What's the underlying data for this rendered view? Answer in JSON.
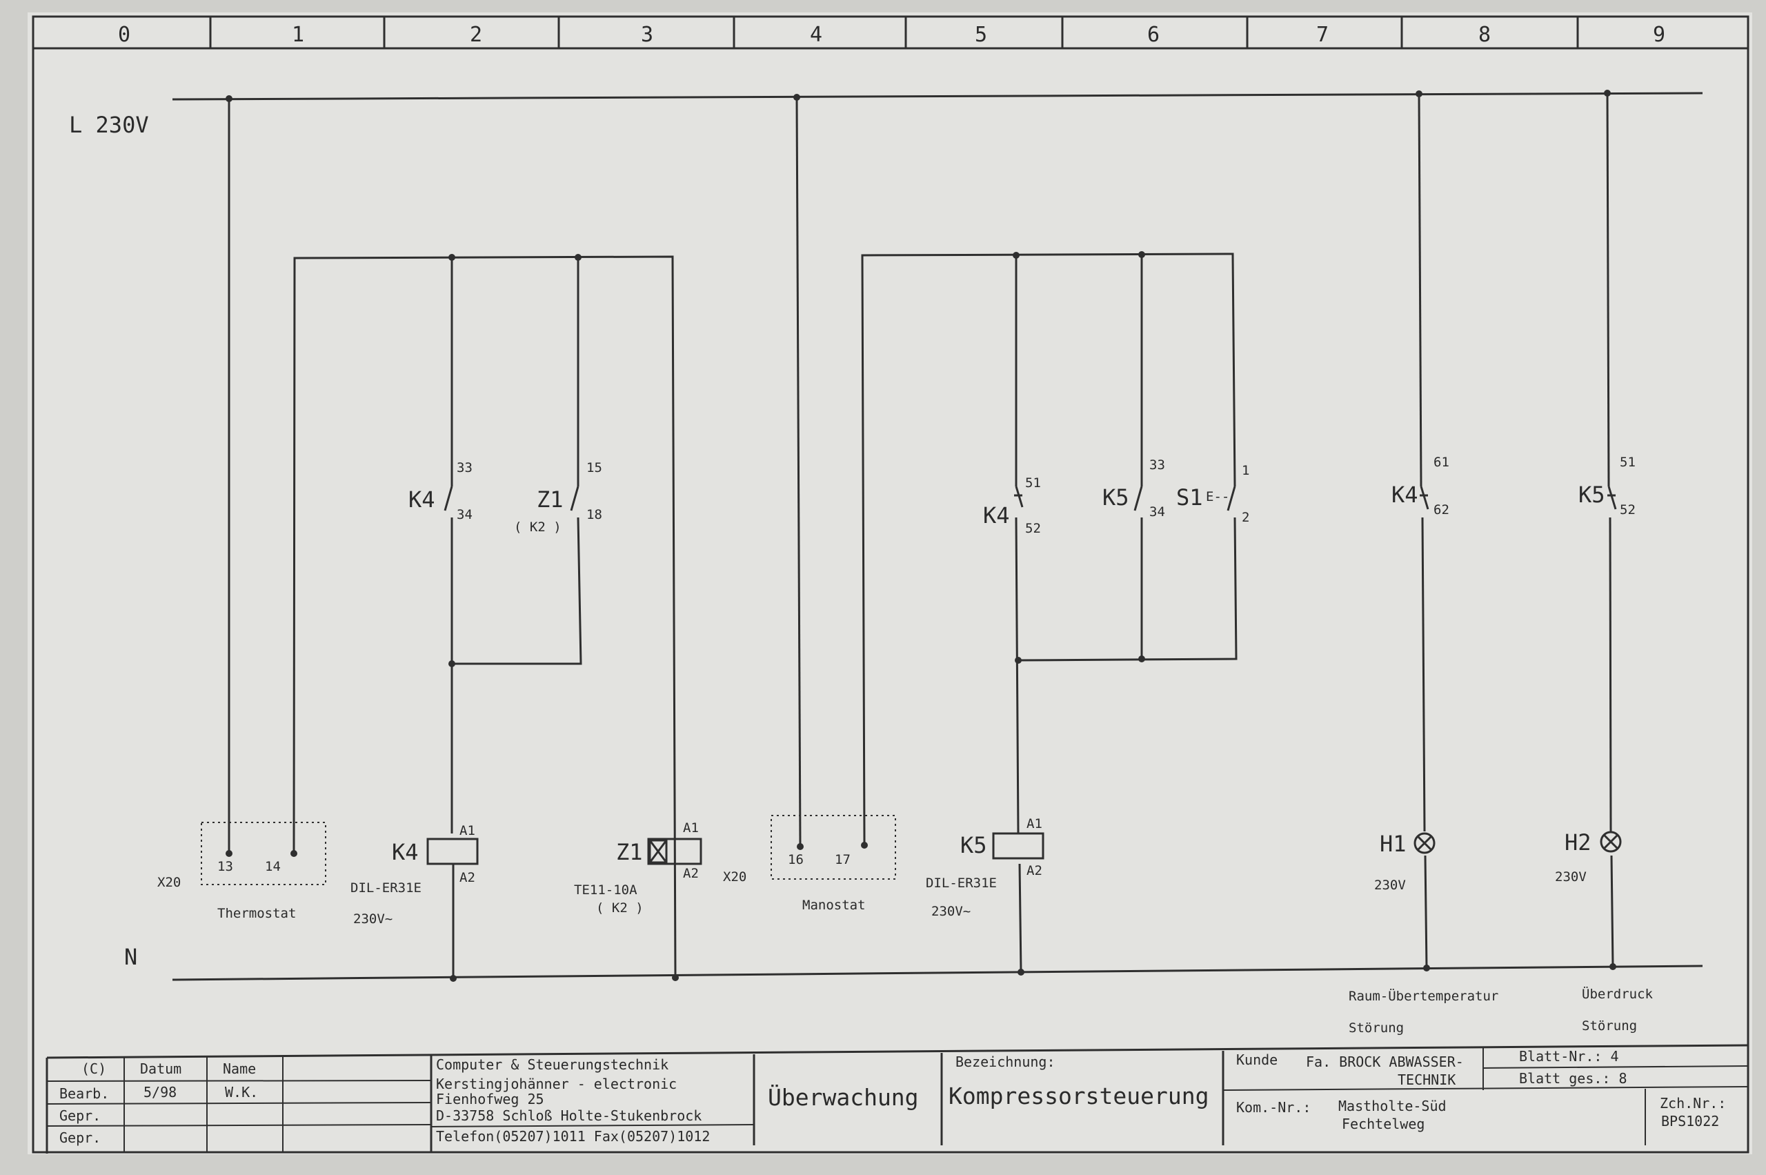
{
  "columns": [
    "0",
    "1",
    "2",
    "3",
    "4",
    "5",
    "6",
    "7",
    "8",
    "9"
  ],
  "rails": {
    "top": "L 230V",
    "bottom": "N"
  },
  "terminals": {
    "thermostat": {
      "block": "X20",
      "t1": "13",
      "t2": "14",
      "label": "Thermostat"
    },
    "manostat": {
      "block": "X20",
      "t1": "16",
      "t2": "17",
      "label": "Manostat"
    }
  },
  "contacts": {
    "k4_no": {
      "name": "K4",
      "top": "33",
      "bottom": "34"
    },
    "z1_no": {
      "name": "Z1",
      "sub": "( K2 )",
      "top": "15",
      "bottom": "18"
    },
    "k4_nc": {
      "name": "K4",
      "top": "51",
      "bottom": "52"
    },
    "k5_no": {
      "name": "K5",
      "top": "33",
      "bottom": "34"
    },
    "s1": {
      "name": "S1",
      "mark": "E--",
      "top": "1",
      "bottom": "2"
    },
    "k4_nc2": {
      "name": "K4",
      "top": "61",
      "bottom": "62"
    },
    "k5_nc": {
      "name": "K5",
      "top": "51",
      "bottom": "52"
    }
  },
  "coils": {
    "k4": {
      "name": "K4",
      "a1": "A1",
      "a2": "A2",
      "type": "DIL-ER31E",
      "voltage": "230V~"
    },
    "z1": {
      "name": "Z1",
      "a1": "A1",
      "a2": "A2",
      "type": "TE11-10A",
      "sub": "( K2 )"
    },
    "k5": {
      "name": "K5",
      "a1": "A1",
      "a2": "A2",
      "type": "DIL-ER31E",
      "voltage": "230V~"
    }
  },
  "lamps": {
    "h1": {
      "name": "H1",
      "voltage": "230V",
      "desc1": "Raum-Übertemperatur",
      "desc2": "Störung"
    },
    "h2": {
      "name": "H2",
      "voltage": "230V",
      "desc1": "Überdruck",
      "desc2": "Störung"
    }
  },
  "title_block": {
    "copyright": "(C)",
    "datum_h": "Datum",
    "name_h": "Name",
    "bearb": "Bearb.",
    "bearb_datum": "5/98",
    "bearb_name": "W.K.",
    "gepr1": "Gepr.",
    "gepr2": "Gepr.",
    "company": [
      "Computer & Steuerungstechnik",
      "Kerstingjohänner - electronic",
      "Fienhofweg 25",
      "D-33758 Schloß Holte-Stukenbrock",
      "Telefon(05207)1011 Fax(05207)1012"
    ],
    "section": "Überwachung",
    "bez_label": "Bezeichnung:",
    "bez_value": "Kompressorsteuerung",
    "kunde_label": "Kunde",
    "kunde_value": [
      "Fa. BROCK ABWASSER-",
      "TECHNIK"
    ],
    "kom_label": "Kom.-Nr.:",
    "kom_value": [
      "Mastholte-Süd",
      "Fechtelweg"
    ],
    "blatt_nr": "Blatt-Nr.: 4",
    "blatt_ges": "Blatt ges.: 8",
    "zch_label": "Zch.Nr.:",
    "zch_value": "BPS1022"
  }
}
